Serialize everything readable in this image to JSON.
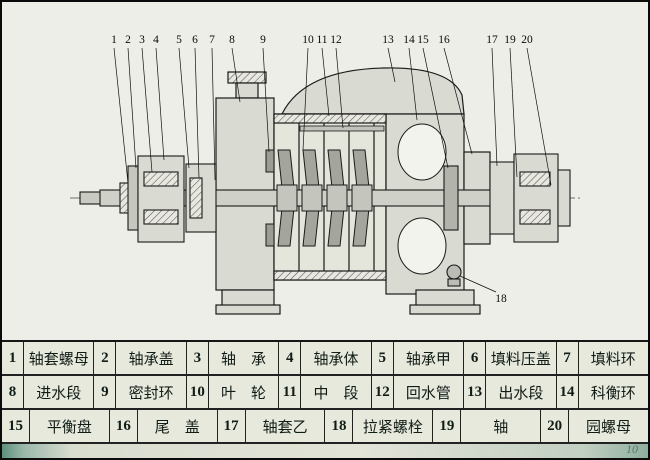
{
  "drawing": {
    "callouts_top": [
      "1",
      "2",
      "3",
      "4",
      "5",
      "6",
      "7",
      "8",
      "9",
      "10",
      "11",
      "12",
      "13",
      "14",
      "15",
      "16",
      "17",
      "19",
      "20"
    ],
    "callout_18": "18"
  },
  "parts_table": {
    "rows": [
      {
        "cells": [
          {
            "num": "1",
            "name": "轴套螺母"
          },
          {
            "num": "2",
            "name": "轴承盖"
          },
          {
            "num": "3",
            "name": "轴　承"
          },
          {
            "num": "4",
            "name": "轴承体"
          },
          {
            "num": "5",
            "name": "轴承甲"
          },
          {
            "num": "6",
            "name": "填料压盖"
          },
          {
            "num": "7",
            "name": "填料环"
          }
        ]
      },
      {
        "cells": [
          {
            "num": "8",
            "name": "进水段"
          },
          {
            "num": "9",
            "name": "密封环"
          },
          {
            "num": "10",
            "name": "叶　轮"
          },
          {
            "num": "11",
            "name": "中　段"
          },
          {
            "num": "12",
            "name": "回水管"
          },
          {
            "num": "13",
            "name": "出水段"
          },
          {
            "num": "14",
            "name": "科衡环"
          }
        ]
      },
      {
        "cells": [
          {
            "num": "15",
            "name": "平衡盘"
          },
          {
            "num": "16",
            "name": "尾　盖"
          },
          {
            "num": "17",
            "name": "轴套乙"
          },
          {
            "num": "18",
            "name": "拉紧螺栓"
          },
          {
            "num": "19",
            "name": "轴"
          },
          {
            "num": "20",
            "name": "园螺母"
          }
        ]
      }
    ]
  },
  "page_footer": {
    "faint_text": "10"
  }
}
